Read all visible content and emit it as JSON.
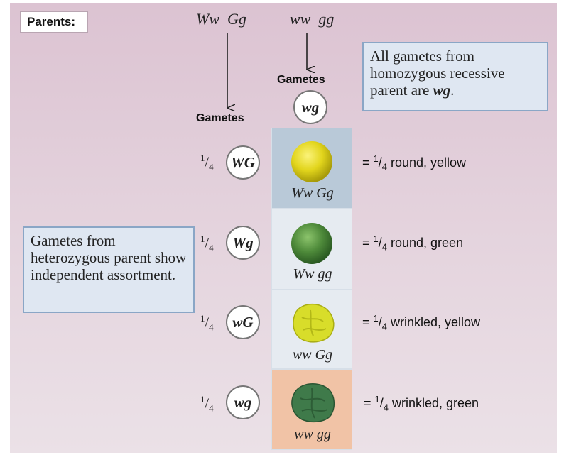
{
  "parents_label": "Parents:",
  "parent1_genotype": "Ww  Gg",
  "parent2_genotype": "ww  gg",
  "gametes_label_parent2": "Gametes",
  "gametes_label_parent1": "Gametes",
  "parent2_gamete": "wg",
  "callout_recessive_parts": {
    "text": "All gametes from homozygous recessive parent are ",
    "gamete": "wg",
    "end": "."
  },
  "callout_heterozygous": "Gametes from heterozygous parent show independent assortment.",
  "colors": {
    "yellow_pea": "#e2d51c",
    "green_pea": "#4e8a3a",
    "cell_blue": "#b9c9d8",
    "cell_light": "#e6ebf1",
    "cell_peach": "#f1c3a6"
  },
  "rows": [
    {
      "frac_num": "1",
      "frac_den": "4",
      "gamete": "WG",
      "offspring": "Ww Gg",
      "result_num": "1",
      "result_den": "4",
      "result_prefix": "= ",
      "result_text": " round, yellow",
      "pea": "round-yellow-pea-icon"
    },
    {
      "frac_num": "1",
      "frac_den": "4",
      "gamete": "Wg",
      "offspring": "Ww gg",
      "result_num": "1",
      "result_den": "4",
      "result_prefix": "= ",
      "result_text": " round, green",
      "pea": "round-green-pea-icon"
    },
    {
      "frac_num": "1",
      "frac_den": "4",
      "gamete": "wG",
      "offspring": "ww Gg",
      "result_num": "1",
      "result_den": "4",
      "result_prefix": "= ",
      "result_text": " wrinkled, yellow",
      "pea": "wrinkled-yellow-pea-icon"
    },
    {
      "frac_num": "1",
      "frac_den": "4",
      "gamete": "wg",
      "offspring": "ww gg",
      "result_num": "1",
      "result_den": "4",
      "result_prefix": "= ",
      "result_text": " wrinkled, green",
      "pea": "wrinkled-green-pea-icon"
    }
  ]
}
